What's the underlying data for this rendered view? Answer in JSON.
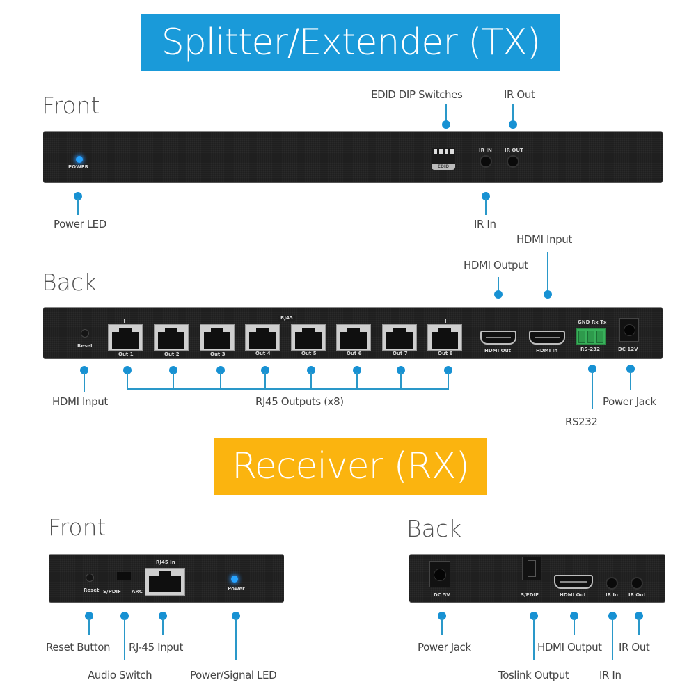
{
  "tx": {
    "banner": "Splitter/Extender (TX)",
    "banner_color": "#1a9ad9",
    "front": {
      "heading": "Front",
      "panel": {
        "power_label": "POWER",
        "edid_label": "EDID",
        "ir_in_label": "IR IN",
        "ir_out_label": "IR OUT"
      },
      "callouts": {
        "power_led": "Power LED",
        "edid_dip": "EDID DIP Switches",
        "ir_out": "IR Out",
        "ir_in": "IR In"
      }
    },
    "back": {
      "heading": "Back",
      "panel": {
        "reset_label": "Reset",
        "rj45_group_label": "RJ45",
        "ports": [
          "Out 1",
          "Out 2",
          "Out 3",
          "Out 4",
          "Out 5",
          "Out 6",
          "Out 7",
          "Out 8"
        ],
        "hdmi_out_label": "HDMI Out",
        "hdmi_in_label": "HDMI In",
        "rs232_pins": "GND Rx  Tx",
        "rs232_label": "RS-232",
        "dc_label": "DC 12V"
      },
      "callouts": {
        "hdmi_output": "HDMI Output",
        "hdmi_input_top": "HDMI Input",
        "hdmi_input_bottom": "HDMI Input",
        "rj45_outputs": "RJ45 Outputs (x8)",
        "rs232": "RS232",
        "power_jack": "Power Jack"
      }
    }
  },
  "rx": {
    "banner": "Receiver (RX)",
    "banner_color": "#fbb40f",
    "front": {
      "heading": "Front",
      "panel": {
        "reset_label": "Reset",
        "spdif_label": "S/PDIF",
        "arc_label": "ARC",
        "rj45_label": "RJ45 In",
        "power_label": "Power"
      },
      "callouts": {
        "reset_button": "Reset Button",
        "audio_switch": "Audio Switch",
        "rj45_input": "RJ-45 Input",
        "power_signal_led": "Power/Signal LED"
      }
    },
    "back": {
      "heading": "Back",
      "panel": {
        "dc_label": "DC 5V",
        "spdif_label": "S/PDIF",
        "hdmi_out_label": "HDMI Out",
        "ir_in_label": "IR In",
        "ir_out_label": "IR Out"
      },
      "callouts": {
        "power_jack": "Power Jack",
        "toslink_output": "Toslink Output",
        "hdmi_output": "HDMI Output",
        "ir_in": "IR In",
        "ir_out": "IR Out"
      }
    }
  }
}
